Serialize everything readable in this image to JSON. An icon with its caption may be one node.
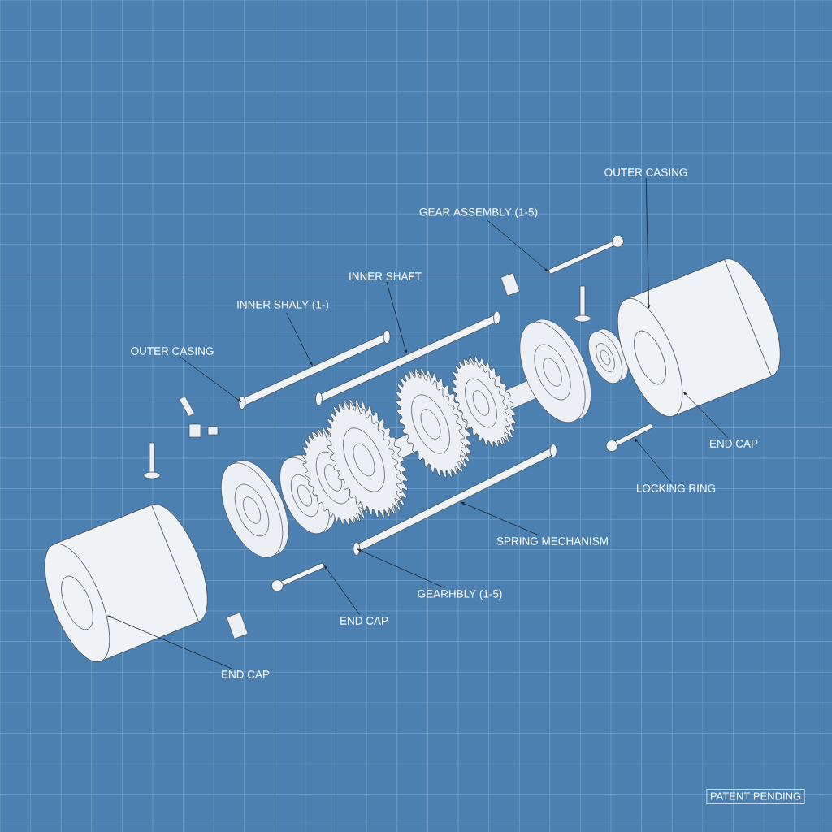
{
  "diagram": {
    "nodes": [
      {
        "text": [
          "OUTER CASING"
        ]
      },
      {
        "text": [
          "GEAR ASSEMBLY (1-5)"
        ]
      },
      {
        "text": [
          "INNER SHAFT"
        ]
      },
      {
        "text": [
          "INNER SHALY (1-)"
        ]
      },
      {
        "text": [
          "OUTER CASING"
        ]
      },
      {
        "text": [
          "END CAP"
        ]
      },
      {
        "text": [
          "LOCKING RING"
        ]
      },
      {
        "text": [
          "SPRING MECHANISM"
        ]
      },
      {
        "text": [
          "GEARHBLY (1-5)"
        ]
      },
      {
        "text": [
          "END CAP"
        ]
      },
      {
        "text": [
          "END CAP"
        ]
      },
      {
        "text": [
          "PATENT PENDING"
        ]
      },
      {
        "text": [],
        "shape": "cylinder"
      },
      {
        "text": [],
        "shape": "bar"
      },
      {
        "text": [],
        "shape": "bar"
      },
      {
        "text": [],
        "shape": "bar"
      },
      {
        "text": [],
        "shape": "bar"
      },
      {
        "text": [],
        "shape": "bar"
      },
      {
        "text": [],
        "shape": "bar"
      },
      {
        "text": [],
        "shape": "cylinder"
      }
    ],
    "edges": [
      {
        "from": 0,
        "to": 19,
        "arrow": "to"
      },
      {
        "from": 1,
        "to": 17,
        "arrow": "to"
      },
      {
        "from": 2,
        "to": 14,
        "arrow": "to"
      },
      {
        "from": 3,
        "to": 13,
        "arrow": "to"
      },
      {
        "from": 4,
        "to": 13,
        "arrow": "to"
      },
      {
        "from": 5,
        "to": 19,
        "arrow": "to"
      },
      {
        "from": 6,
        "to": 18,
        "arrow": "to"
      },
      {
        "from": 7,
        "to": 15,
        "arrow": "to"
      },
      {
        "from": 8,
        "to": 15,
        "arrow": "to"
      },
      {
        "from": 9,
        "to": 16,
        "arrow": "to"
      },
      {
        "from": 10,
        "to": 12,
        "arrow": "to"
      }
    ]
  }
}
